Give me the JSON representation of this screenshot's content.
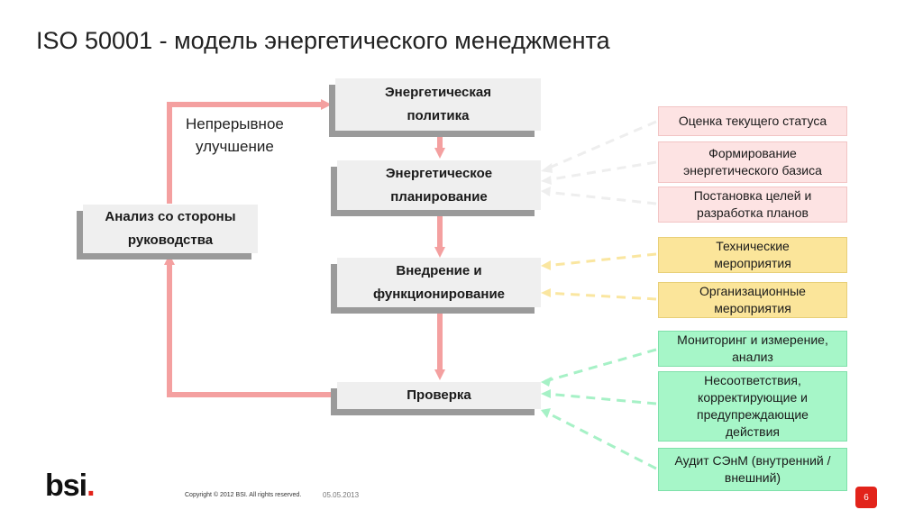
{
  "title": "ISO 50001 - модель энергетического менеджмента",
  "continuous_improvement": [
    "Непрерывное",
    "улучшение"
  ],
  "main_boxes": {
    "policy": [
      "Энергетическая",
      "политика"
    ],
    "planning": [
      "Энергетическое",
      "планирование"
    ],
    "implementation": [
      "Внедрение и",
      "функционирование"
    ],
    "check": [
      "Проверка"
    ],
    "management_review": [
      "Анализ со стороны",
      "руководства"
    ]
  },
  "planning_items": [
    "Оценка текущего статуса",
    "Формирование энергетического базиса",
    "Постановка целей и разработка планов"
  ],
  "implementation_items": [
    "Технические мероприятия",
    "Организационные мероприятия"
  ],
  "check_items": [
    "Мониторинг и измерение, анализ",
    "Несоответствия, корректирующие и предупреждающие действия",
    "Аудит СЭнМ (внутренний / внешний)"
  ],
  "footer": {
    "logo": "bsi",
    "logo_dot": ".",
    "copyright": "Copyright © 2012 BSI. All rights reserved.",
    "date": "05.05.2013",
    "page": "6"
  },
  "colors": {
    "flow_arrow": "#f4a0a0",
    "planning_box": "#fde3e3",
    "implementation_box": "#fbe59a",
    "check_box": "#a6f6c8",
    "brand_red": "#e2231a"
  }
}
